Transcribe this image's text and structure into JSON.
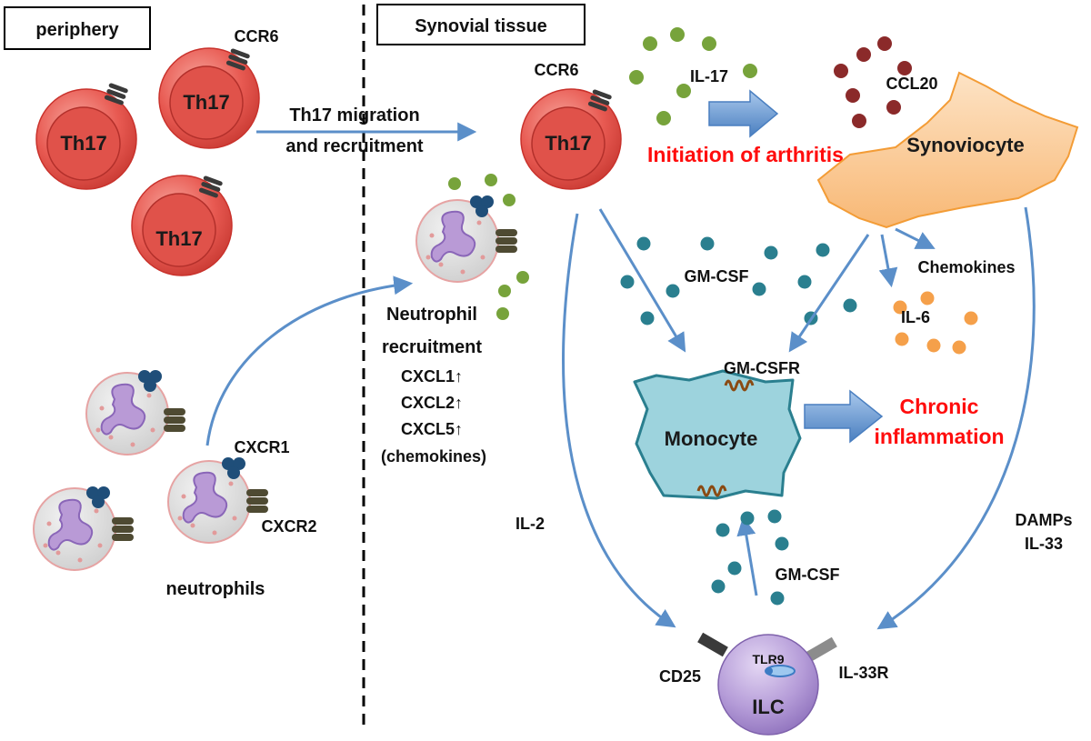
{
  "regions": {
    "periphery": "periphery",
    "synovial_tissue": "Synovial tissue"
  },
  "cells": {
    "th17": "Th17",
    "synoviocyte": "Synoviocyte",
    "monocyte": "Monocyte",
    "ilc": "ILC"
  },
  "receptors": {
    "ccr6": "CCR6",
    "cxcr1": "CXCR1",
    "cxcr2": "CXCR2",
    "gm_csfr": "GM-CSFR",
    "cd25": "CD25",
    "il_33r": "IL-33R",
    "tlr9": "TLR9"
  },
  "cytokines": {
    "il_17": "IL-17",
    "ccl20": "CCL20",
    "gm_csf": "GM-CSF",
    "chemokines": "Chemokines",
    "il_6": "IL-6",
    "il_2": "IL-2",
    "damps": "DAMPs",
    "il_33": "IL-33"
  },
  "processes": {
    "migration_line1": "Th17 migration",
    "migration_line2": "and recruitment",
    "neutrophil_recruitment_line1": "Neutrophil",
    "neutrophil_recruitment_line2": "recruitment",
    "cxcl1": "CXCL1↑",
    "cxcl2": "CXCL2↑",
    "cxcl5": "CXCL5↑",
    "chemokines_paren": "(chemokines)",
    "neutrophils": "neutrophils",
    "initiation": "Initiation of arthritis",
    "chronic_line1": "Chronic",
    "chronic_line2": "inflammation"
  },
  "colors": {
    "th17_fill": "#e85a52",
    "th17_nucleus": "#d9443d",
    "neutrophil_fill": "#dcdcdc",
    "neutrophil_nucleus": "#b99ad6",
    "receptor_blue": "#1f4e79",
    "receptor_olive": "#4e4a32",
    "il17_green": "#77a33b",
    "ccl20_maroon": "#8b2a2a",
    "gmcsf_teal": "#2a7f8f",
    "il6_orange": "#f5a04a",
    "arrow_blue": "#5b8fc9",
    "synoviocyte_fill": "#fbc996",
    "monocyte_fill": "#9dd3dd",
    "ilc_fill": "#b59cd8",
    "highlight_red": "#ff0d0d"
  }
}
